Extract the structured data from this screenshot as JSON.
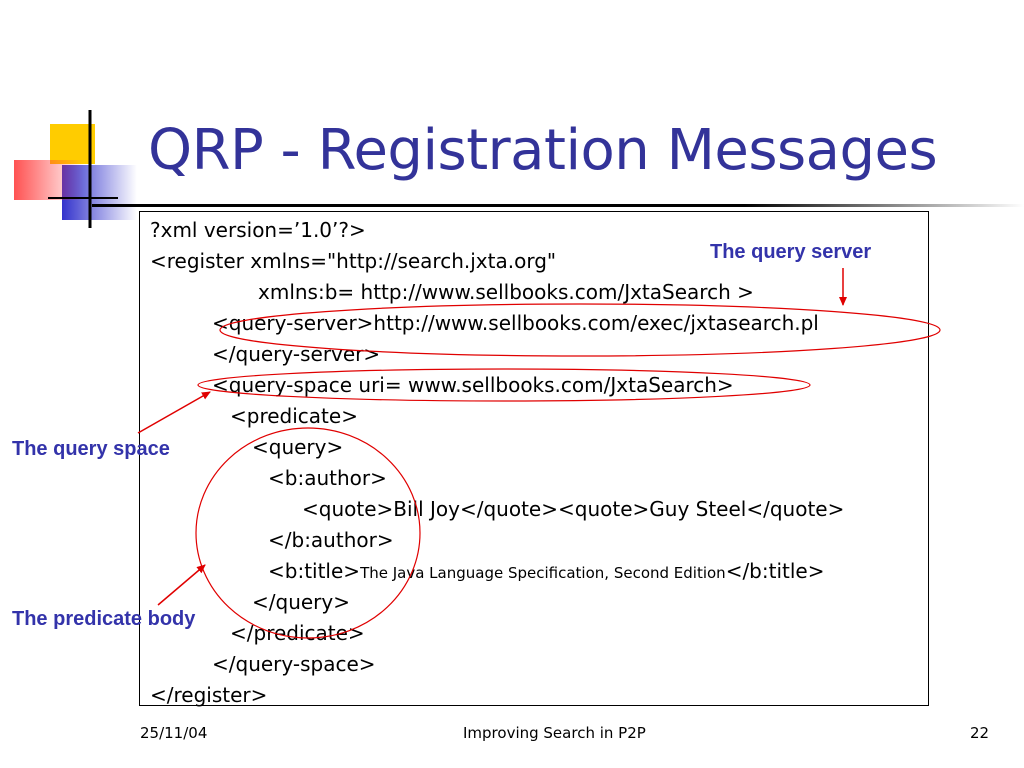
{
  "slide": {
    "title": "QRP - Registration Messages",
    "code_lines": [
      "?xml version=’1.0’?>",
      "<register xmlns=\"http://search.jxta.org\"",
      "xmlns:b= http://www.sellbooks.com/JxtaSearch >",
      "<query-server>http://www.sellbooks.com/exec/jxtasearch.pl",
      "</query-server>",
      "<query-space uri= www.sellbooks.com/JxtaSearch>",
      "<predicate>",
      "<query>",
      "<b:author>",
      "<quote>Bill Joy</quote><quote>Guy Steel</quote>",
      "</b:author>",
      "<b:title>",
      "The Java Language Specification, Second Edition",
      "</b:title>",
      "</query>",
      "</predicate>",
      "</query-space>",
      "</register>"
    ],
    "annotations": {
      "query_server": "The query server",
      "query_space": "The query space",
      "predicate_body": "The predicate body"
    },
    "colors": {
      "title": "#333399",
      "annotation_text": "#3333aa",
      "annotation_marks": "#e00000"
    }
  },
  "footer": {
    "date": "25/11/04",
    "center": "Improving Search in P2P",
    "page": "22"
  }
}
